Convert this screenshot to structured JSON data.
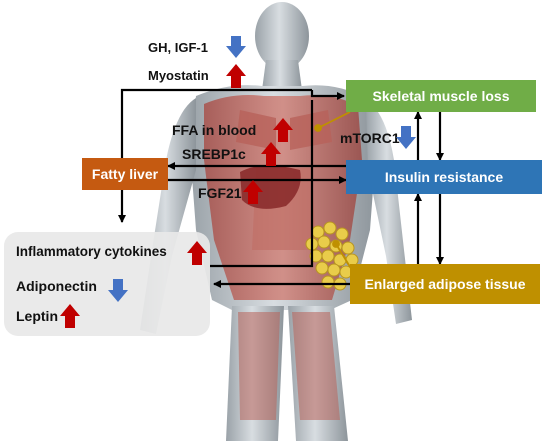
{
  "colors": {
    "up_arrow": "#c00000",
    "down_arrow": "#4472c4",
    "skeletal_box": "#70ad47",
    "insulin_box": "#2e75b6",
    "adipose_box": "#bf9000",
    "liver_box": "#c55a11",
    "panel": "#e8e8e8",
    "connector": "#000000"
  },
  "labels": {
    "gh_igf1": "GH, IGF-1",
    "myostatin": "Myostatin",
    "ffa_blood": "FFA in blood",
    "srebp1c": "SREBP1c",
    "fgf21": "FGF21",
    "mtorc1": "mTORC1",
    "inflammatory": "Inflammatory cytokines",
    "adiponectin": "Adiponectin",
    "leptin": "Leptin"
  },
  "boxes": {
    "fatty_liver": "Fatty liver",
    "skeletal_muscle_loss": "Skeletal muscle loss",
    "insulin_resistance": "Insulin resistance",
    "enlarged_adipose": "Enlarged adipose tissue"
  },
  "indicators": {
    "gh_igf1": "down",
    "myostatin": "up",
    "ffa_blood": "up",
    "srebp1c": "up",
    "fgf21": "up",
    "mtorc1": "down",
    "inflammatory": "up",
    "adiponectin": "down",
    "leptin": "up"
  },
  "icons": {
    "up": "red-up-arrow-icon",
    "down": "blue-down-arrow-icon",
    "body": "human-body-figure",
    "fat": "adipose-cluster"
  }
}
